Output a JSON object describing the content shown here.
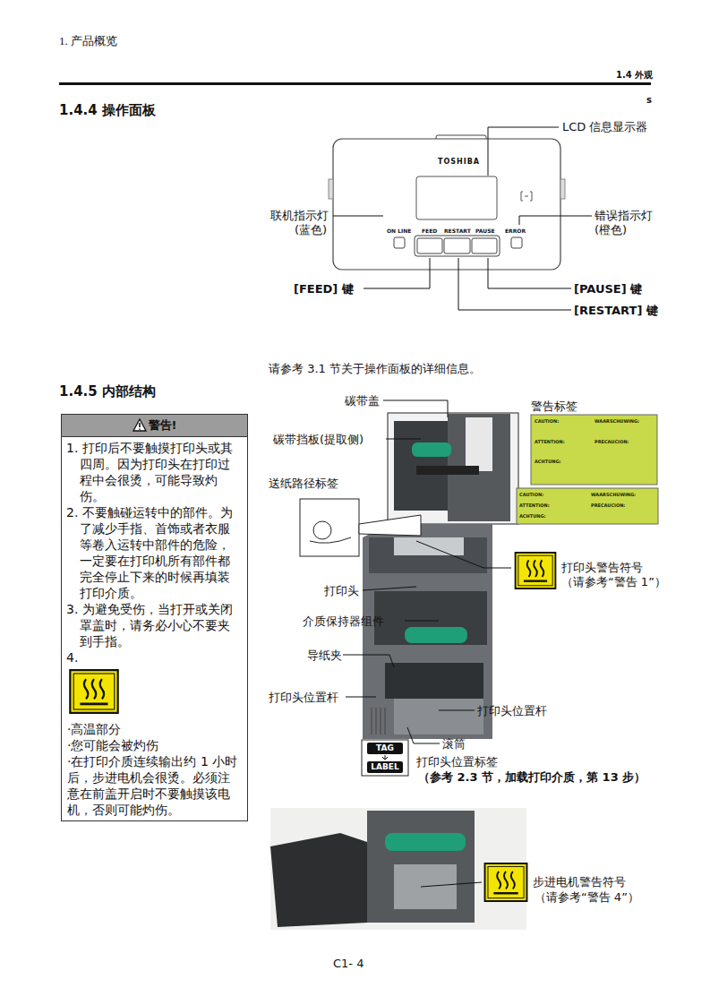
{
  "diagram": {
    "nodes": [
      {
        "text": [
          "警告!",
          "1. 打印后不要触摸打印头或其四周。因为打印头在打印过程中会很烫，可能导致灼伤。",
          "2. 不要触碰运转中的部件。为了减少手指、首饰或者衣服等卷入运转中部件的危险，一定要在打印机所有部件都完全停止下来的时候再填装打印介质。",
          "3. 为避免受伤，当打开或关闭罩盖时，请务必小心不要夹到手指。",
          "4.",
          "·高温部分",
          "·您可能会被灼伤",
          "·在打印介质连续输出约 1 小时后，步进电机会很烫。必须注意在前盖开启时不要触摸该电机，否则可能灼伤。"
        ]
      }
    ],
    "labels": [
      "1. 产品概览",
      "1.4 外观",
      "s",
      "1.4.4 操作面板",
      "LCD 信息显示器",
      "TOSHIBA",
      "ON LINE",
      "FEED",
      "RESTART",
      "PAUSE",
      "ERROR",
      "联机指示灯",
      "(蓝色)",
      "错误指示灯",
      "(橙色)",
      "[FEED] 键",
      "[PAUSE] 键",
      "[RESTART] 键",
      "请参考 3.1 节关于操作面板的详细信息。",
      "1.4.5 内部结构",
      "碳带盖",
      "警告标签",
      "碳带挡板(提取侧)",
      "送纸路径标签",
      "打印头警告符号",
      "（请参考“警告 1”）",
      "打印头",
      "介质保持器组件",
      "导纸夹",
      "打印头位置杆",
      "打印头位置杆",
      "滚筒",
      "TAG",
      "LABEL",
      "打印头位置标签",
      "（参考 2.3 节，加载打印介质，第 13 步）",
      "步进电机警告符号",
      "（请参考“警告 4”）",
      "C1- 4",
      "CAUTION:",
      "WAARSCHUWING:",
      "ATTENTION:",
      "PRECAUCION:",
      "ACHTUNG:",
      "CAUTION:",
      "WAARSCHUWING:",
      "ATTENTION:",
      "PRECAUCION:",
      "ACHTUNG:"
    ]
  }
}
